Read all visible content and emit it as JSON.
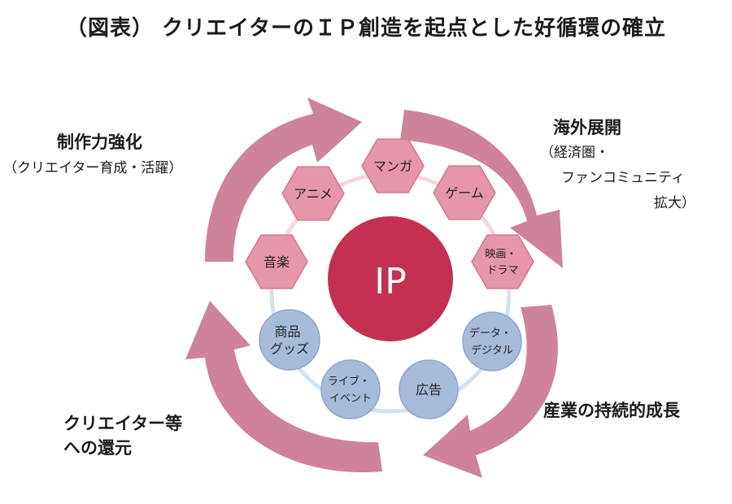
{
  "title": "（図表） クリエイターのＩＰ創造を起点とした好循環の確立",
  "center": {
    "label": "IP"
  },
  "hexagons": [
    {
      "lines": [
        "マンガ"
      ]
    },
    {
      "lines": [
        "ゲーム"
      ]
    },
    {
      "lines": [
        "映画・",
        "ドラマ"
      ]
    },
    {
      "lines": [
        "音楽"
      ]
    },
    {
      "lines": [
        "アニメ"
      ]
    }
  ],
  "circles": [
    {
      "lines": [
        "データ・",
        "デジタル"
      ]
    },
    {
      "lines": [
        "広告"
      ]
    },
    {
      "lines": [
        "ライブ・",
        "イベント"
      ]
    },
    {
      "lines": [
        "商品",
        "グッズ"
      ]
    }
  ],
  "stages": {
    "top_left": {
      "heading": "制作力強化",
      "sub": "（クリエイター育成・活躍）"
    },
    "top_right": {
      "heading": "海外展開",
      "sub_lines": [
        "（経済圏・",
        "ファンコミュニティ",
        "拡大）"
      ]
    },
    "bottom_right": {
      "heading": "産業の持続的成長"
    },
    "bottom_left": {
      "heading_lines": [
        "クリエイター等",
        "への還元"
      ]
    }
  },
  "colors": {
    "arrow": "#cf8398",
    "hexagon": "#e596aa",
    "hexagon_stroke": "#d17890",
    "circle": "#a6bbda",
    "circle_stroke": "#8fa6c8",
    "center": "#c43052",
    "ring_top": "#f4d7de",
    "ring_bottom": "#cfe3f1"
  }
}
